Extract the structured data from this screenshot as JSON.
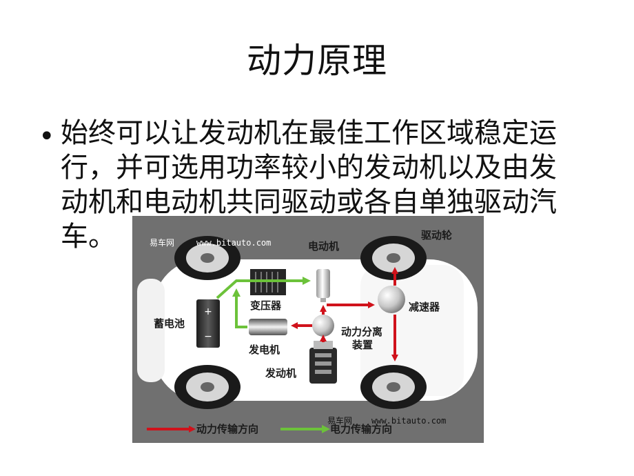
{
  "slide": {
    "title": "动力原理",
    "bullet_text": "始终可以让发动机在最佳工作区域稳定运行，并可选用功率较小的发动机以及由发动机和电动机共同驱动或各自单独驱动汽车。"
  },
  "diagram": {
    "labels": {
      "motor": "电动机",
      "drive_wheel": "驱动轮",
      "transformer": "变压器",
      "reducer": "减速器",
      "battery": "蓄电池",
      "power_split_line1": "动力分离",
      "power_split_line2": "装置",
      "generator": "发电机",
      "engine": "发动机",
      "battery_plus": "+",
      "battery_minus": "−"
    },
    "watermark_top": {
      "cn": "易车网",
      "url": "www.bitauto.com"
    },
    "watermark_bottom": {
      "cn": "易车网",
      "url": "www.bitauto.com"
    },
    "legend": [
      {
        "label": "动力传输方向",
        "color": "#d0121b"
      },
      {
        "label": "电力传输方向",
        "color": "#6cc23a"
      }
    ],
    "colors": {
      "power_arrow": "#d0121b",
      "electric_arrow": "#6cc23a",
      "background": "#707070"
    }
  }
}
